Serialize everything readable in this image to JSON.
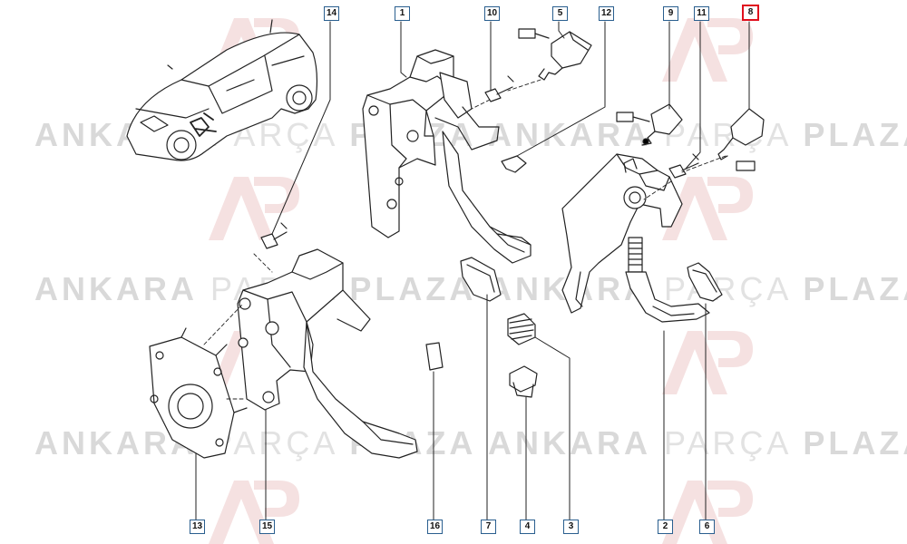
{
  "diagram": {
    "watermark": {
      "brand_bold_1": "ANKARA",
      "brand_light": "PARÇA",
      "brand_bold_2": "PLAZA"
    },
    "callouts": [
      {
        "id": "c14",
        "label": "14"
      },
      {
        "id": "c1",
        "label": "1"
      },
      {
        "id": "c10",
        "label": "10"
      },
      {
        "id": "c5",
        "label": "5"
      },
      {
        "id": "c12",
        "label": "12"
      },
      {
        "id": "c9",
        "label": "9"
      },
      {
        "id": "c11",
        "label": "11"
      },
      {
        "id": "c8",
        "label": "8",
        "highlighted": true
      },
      {
        "id": "c13",
        "label": "13"
      },
      {
        "id": "c15",
        "label": "15"
      },
      {
        "id": "c16",
        "label": "16"
      },
      {
        "id": "c7",
        "label": "7"
      },
      {
        "id": "c4",
        "label": "4"
      },
      {
        "id": "c3",
        "label": "3"
      },
      {
        "id": "c2",
        "label": "2"
      },
      {
        "id": "c6",
        "label": "6"
      }
    ],
    "colors": {
      "callout_border": "#2a5f8f",
      "highlight": "#e0101e",
      "line": "#222222",
      "watermark": "#d9d9d9"
    }
  }
}
